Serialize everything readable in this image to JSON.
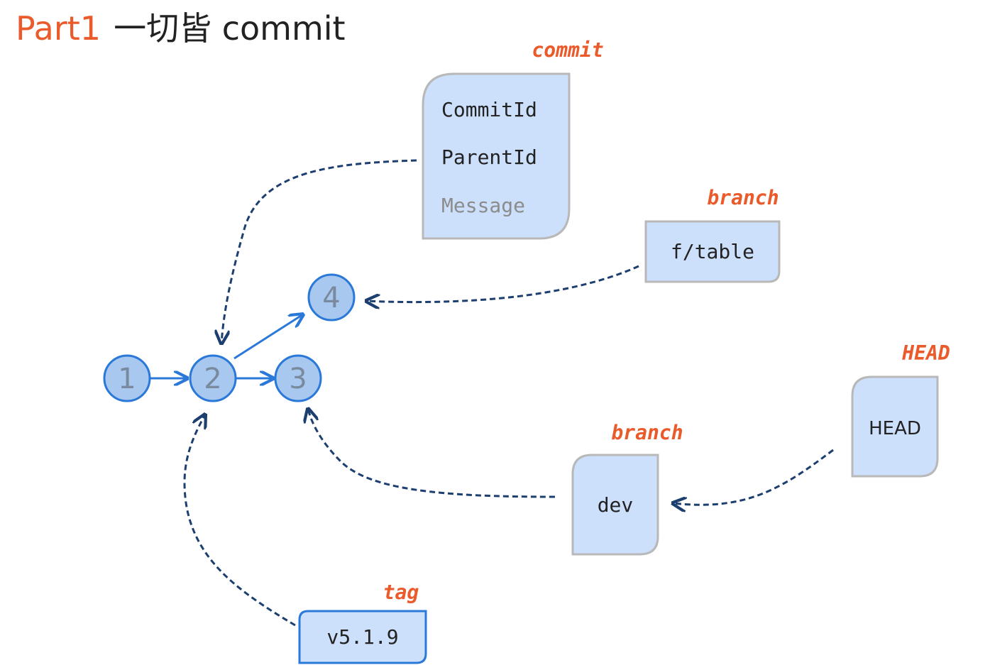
{
  "title": {
    "part": "Part1",
    "rest": "一切皆 commit"
  },
  "nodes": [
    {
      "id": "n1",
      "label": "1"
    },
    {
      "id": "n2",
      "label": "2"
    },
    {
      "id": "n3",
      "label": "3"
    },
    {
      "id": "n4",
      "label": "4"
    }
  ],
  "commit_card": {
    "type_label": "commit",
    "fields": [
      "CommitId",
      "ParentId",
      "Message"
    ]
  },
  "branch_table": {
    "type_label": "branch",
    "value": "f/table"
  },
  "branch_dev": {
    "type_label": "branch",
    "value": "dev"
  },
  "head": {
    "type_label": "HEAD",
    "value": "HEAD"
  },
  "tag": {
    "type_label": "tag",
    "value": "v5.1.9"
  },
  "colors": {
    "accent": "#ea5a2b",
    "node_fill": "#a8c8f0",
    "node_stroke": "#2a78d8",
    "card_fill": "#cce0fb",
    "dashed_line": "#1d3f70"
  }
}
